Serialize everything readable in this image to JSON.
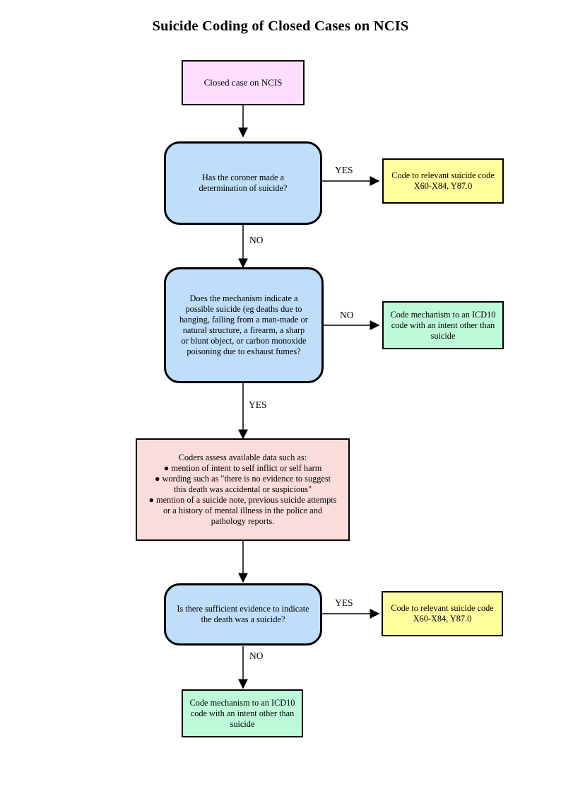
{
  "page": {
    "title": "Suicide Coding of Closed Cases on NCIS",
    "background_color": "#ffffff"
  },
  "colors": {
    "start_fill": "#ffddff",
    "decision_fill": "#bfdefa",
    "process_fill": "#fbdcdc",
    "suicide_code_fill": "#ffff9e",
    "other_intent_fill": "#bdfbd8",
    "border": "#000000",
    "edge": "#404040"
  },
  "nodes": [
    {
      "id": "start",
      "name": "closed-case-node",
      "shape": "rectangle",
      "fill": "start_fill",
      "text": "Closed case on NCIS"
    },
    {
      "id": "decision1",
      "name": "coroner-determination-decision",
      "shape": "rounded",
      "fill": "decision_fill",
      "text": "Has the coroner made a\ndetermination of suicide?"
    },
    {
      "id": "code1",
      "name": "suicide-code-node-top",
      "shape": "rectangle",
      "fill": "suicide_code_fill",
      "text": "Code to relevant suicide code\nX60-X84, Y87.0"
    },
    {
      "id": "decision2",
      "name": "mechanism-indicates-suicide-decision",
      "shape": "rounded",
      "fill": "decision_fill",
      "text": "Does the mechanism indicate a\npossible suicide (eg deaths due to\nhanging, falling from a man-made or\nnatural structure, a firearm, a sharp\nor blunt object, or carbon monoxide\npoisoning due to exhaust fumes?"
    },
    {
      "id": "other1",
      "name": "other-intent-node-middle",
      "shape": "rectangle",
      "fill": "other_intent_fill",
      "text": "Code mechanism to an ICD10\ncode with an intent other than\nsuicide"
    },
    {
      "id": "process1",
      "name": "coders-assess-data-node",
      "shape": "rectangle",
      "fill": "process_fill",
      "text": "Coders assess available data such as:\n● mention of intent to self inflict or self harm\n● wording such as \"there is no evidence to suggest\nthis death was accidental or suspicious\"\n● mention of a suicide note, previous suicide attempts\nor a history of mental illness in the police and\npathology reports."
    },
    {
      "id": "decision3",
      "name": "sufficient-evidence-decision",
      "shape": "rounded",
      "fill": "decision_fill",
      "text": "Is there sufficient evidence to indicate\nthe death was a suicide?"
    },
    {
      "id": "code2",
      "name": "suicide-code-node-bottom",
      "shape": "rectangle",
      "fill": "suicide_code_fill",
      "text": "Code to relevant suicide code\nX60-X84, Y87.0"
    },
    {
      "id": "other2",
      "name": "other-intent-node-bottom",
      "shape": "rectangle",
      "fill": "other_intent_fill",
      "text": "Code mechanism to an ICD10\ncode with an intent other than\nsuicide"
    }
  ],
  "edge_labels": {
    "d1_yes": "YES",
    "d1_no": "NO",
    "d2_no": "NO",
    "d2_yes": "YES",
    "d3_yes": "YES",
    "d3_no": "NO"
  }
}
